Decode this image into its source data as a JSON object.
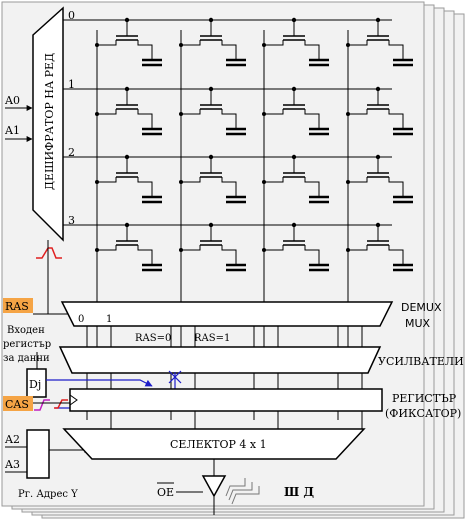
{
  "labels": {
    "row_decoder": "ДЕШИФРАТОР НА РЕД",
    "rows": [
      "0",
      "1",
      "2",
      "3"
    ],
    "a0": "A0",
    "a1": "A1",
    "ras": "RAS",
    "cas": "CAS",
    "input_register_1": "Входен",
    "input_register_2": "регистър",
    "input_register_3": "за данни",
    "dj": "Dj",
    "mux_0": "0",
    "mux_1": "1",
    "ras_eq_0": "RAS=0",
    "ras_eq_1": "RAS=1",
    "demux": "DEMUX",
    "mux": "MUX",
    "amplifiers": "УСИЛВАТЕЛИ",
    "register_1": "РЕГИСТЪР",
    "register_2": "(ФИКСАТОР)",
    "a2": "A2",
    "a3": "A3",
    "selector": "СЕЛЕКТОР  4 x 1",
    "addr_reg_y": "Рг. Адрес Y",
    "oe": "OE",
    "data_bus": "Ш Д"
  },
  "colors": {
    "highlight": "#f5a445",
    "blue_path": "#1e1ec8",
    "magenta": "#c020c0",
    "red": "#e02020",
    "stack_fill": "#f2f2f2",
    "stack_stroke": "#9a9a9a"
  }
}
